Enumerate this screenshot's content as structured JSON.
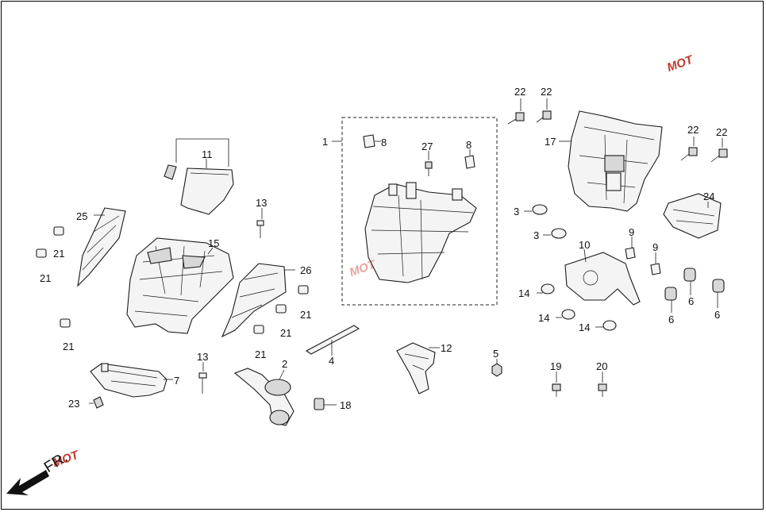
{
  "callouts": {
    "c1": "1",
    "c2": "2",
    "c3a": "3",
    "c3b": "3",
    "c4": "4",
    "c5": "5",
    "c6a": "6",
    "c6b": "6",
    "c6c": "6",
    "c7": "7",
    "c8a": "8",
    "c8b": "8",
    "c9a": "9",
    "c9b": "9",
    "c10": "10",
    "c11": "11",
    "c12": "12",
    "c13a": "13",
    "c13b": "13",
    "c14a": "14",
    "c14b": "14",
    "c14c": "14",
    "c15": "15",
    "c17": "17",
    "c18": "18",
    "c19": "19",
    "c20": "20",
    "c21a": "21",
    "c21b": "21",
    "c21c": "21",
    "c21d": "21",
    "c21e": "21",
    "c21f": "21",
    "c22a": "22",
    "c22b": "22",
    "c22c": "22",
    "c22d": "22",
    "c23": "23",
    "c24": "24",
    "c25": "25",
    "c26": "26",
    "c27": "27"
  },
  "orientation": {
    "label": "FR."
  },
  "watermark": {
    "text": "MOT",
    "colors": [
      "#c0392b",
      "#2c4a9e"
    ]
  }
}
